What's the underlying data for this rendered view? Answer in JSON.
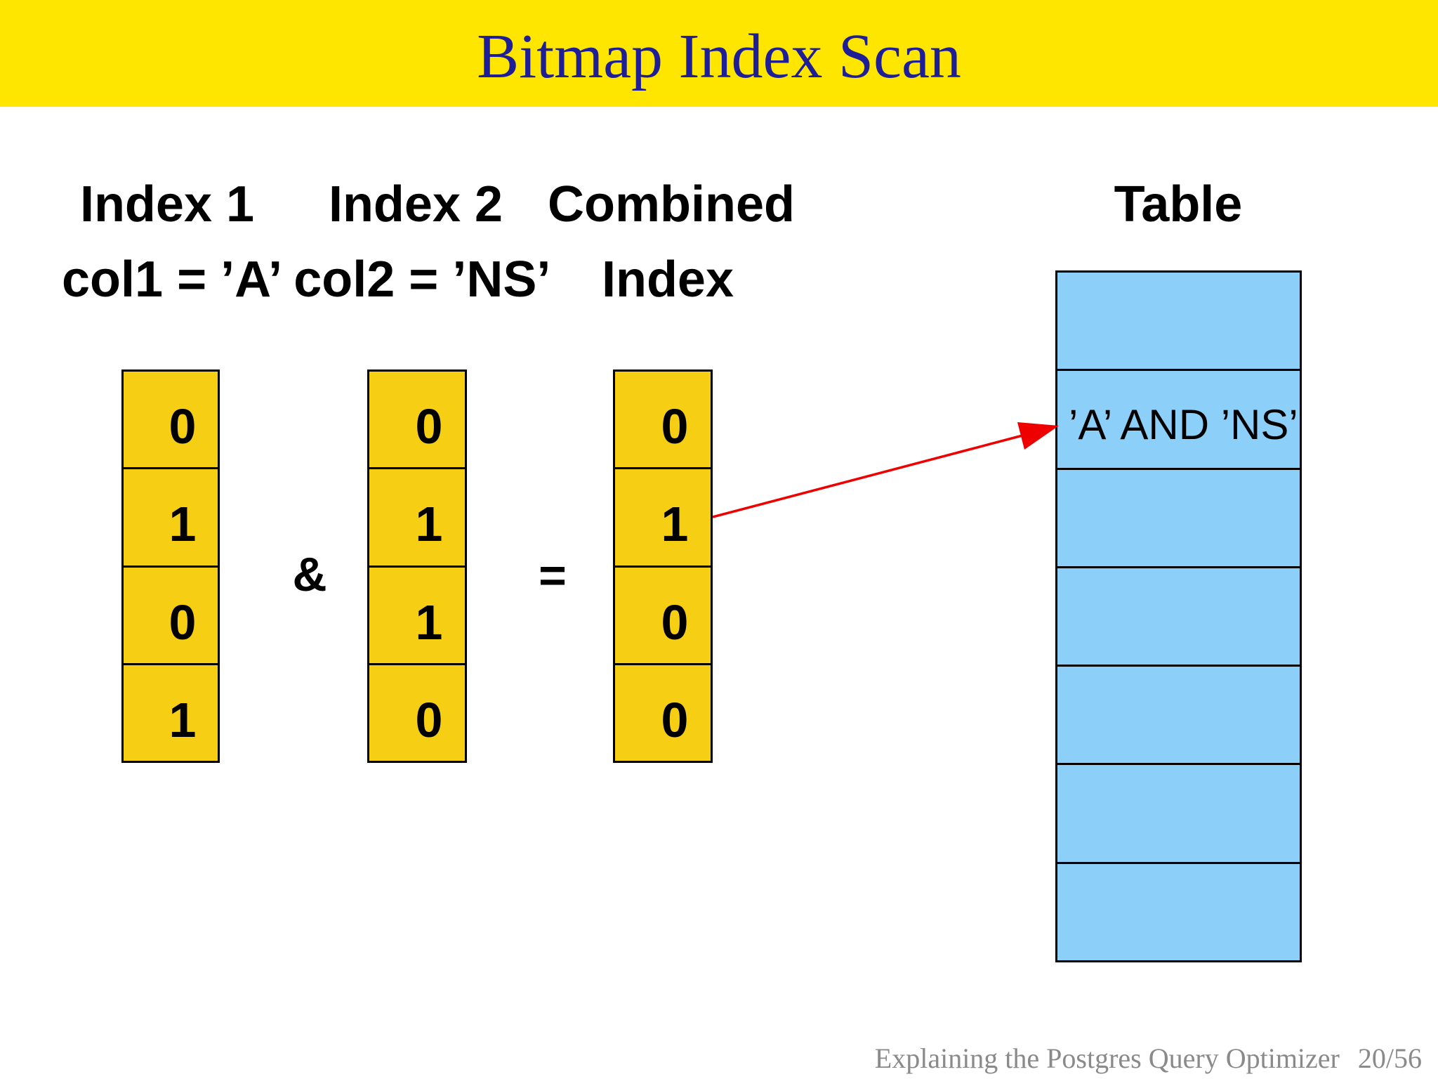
{
  "title": "Bitmap Index Scan",
  "colors": {
    "band": "#FFE600",
    "gold": "#F6CE13",
    "blue": "#8CCFF8",
    "navy": "#1E1E96",
    "red": "#EF0000",
    "gray": "#8A8A8A",
    "border": "#000000"
  },
  "labels": {
    "index1": "Index 1",
    "index2": "Index 2",
    "combined": "Combined",
    "combined2": "Index",
    "conditions": "col1 = ’A’ col2 = ’NS’",
    "table": "Table",
    "and_op": "&",
    "eq_op": "="
  },
  "bitmaps": {
    "index1": {
      "values": [
        "0",
        "1",
        "0",
        "1"
      ]
    },
    "index2": {
      "values": [
        "0",
        "1",
        "1",
        "0"
      ]
    },
    "combined": {
      "values": [
        "0",
        "1",
        "0",
        "0"
      ]
    }
  },
  "table": {
    "row_count": 7,
    "highlight_row_index": 2,
    "highlight_text": "’A’ AND ’NS’"
  },
  "footer": {
    "text": "Explaining the Postgres Query Optimizer",
    "page": "20/56"
  }
}
